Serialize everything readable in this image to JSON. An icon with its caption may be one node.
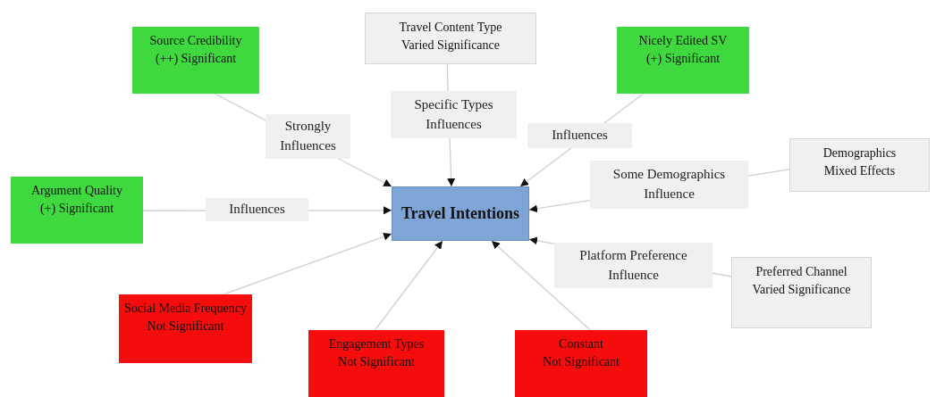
{
  "diagram": {
    "nodes": [
      {
        "text": [
          "Travel Intentions"
        ]
      },
      {
        "text": [
          "Source Credibility",
          "(++) Significant"
        ]
      },
      {
        "text": [
          "Travel Content Type",
          "Varied Significance"
        ]
      },
      {
        "text": [
          "Nicely Edited SV",
          "(+) Significant"
        ]
      },
      {
        "text": [
          "Argument Quality",
          "(+) Significant"
        ]
      },
      {
        "text": [
          "Demographics",
          "Mixed Effects"
        ]
      },
      {
        "text": [
          "Preferred Channel",
          "Varied Significance"
        ]
      },
      {
        "text": [
          "Social Media Frequency",
          "Not Significant"
        ]
      },
      {
        "text": [
          "Engagement Types",
          "Not Significant"
        ]
      },
      {
        "text": [
          "Constant",
          "Not Significant"
        ]
      }
    ],
    "edges": [
      {
        "from": 1,
        "to": 0,
        "arrow": "to",
        "label": "Strongly Influences"
      },
      {
        "from": 2,
        "to": 0,
        "arrow": "to",
        "label": "Specific Types Influences"
      },
      {
        "from": 3,
        "to": 0,
        "arrow": "to",
        "label": "Influences"
      },
      {
        "from": 4,
        "to": 0,
        "arrow": "to",
        "label": "Influences"
      },
      {
        "from": 5,
        "to": 0,
        "arrow": "to",
        "label": "Some Demographics Influence"
      },
      {
        "from": 6,
        "to": 0,
        "arrow": "to",
        "label": "Platform Preference Influence"
      },
      {
        "from": 7,
        "to": 0,
        "arrow": "to"
      },
      {
        "from": 8,
        "to": 0,
        "arrow": "to"
      },
      {
        "from": 9,
        "to": 0,
        "arrow": "to"
      }
    ]
  }
}
